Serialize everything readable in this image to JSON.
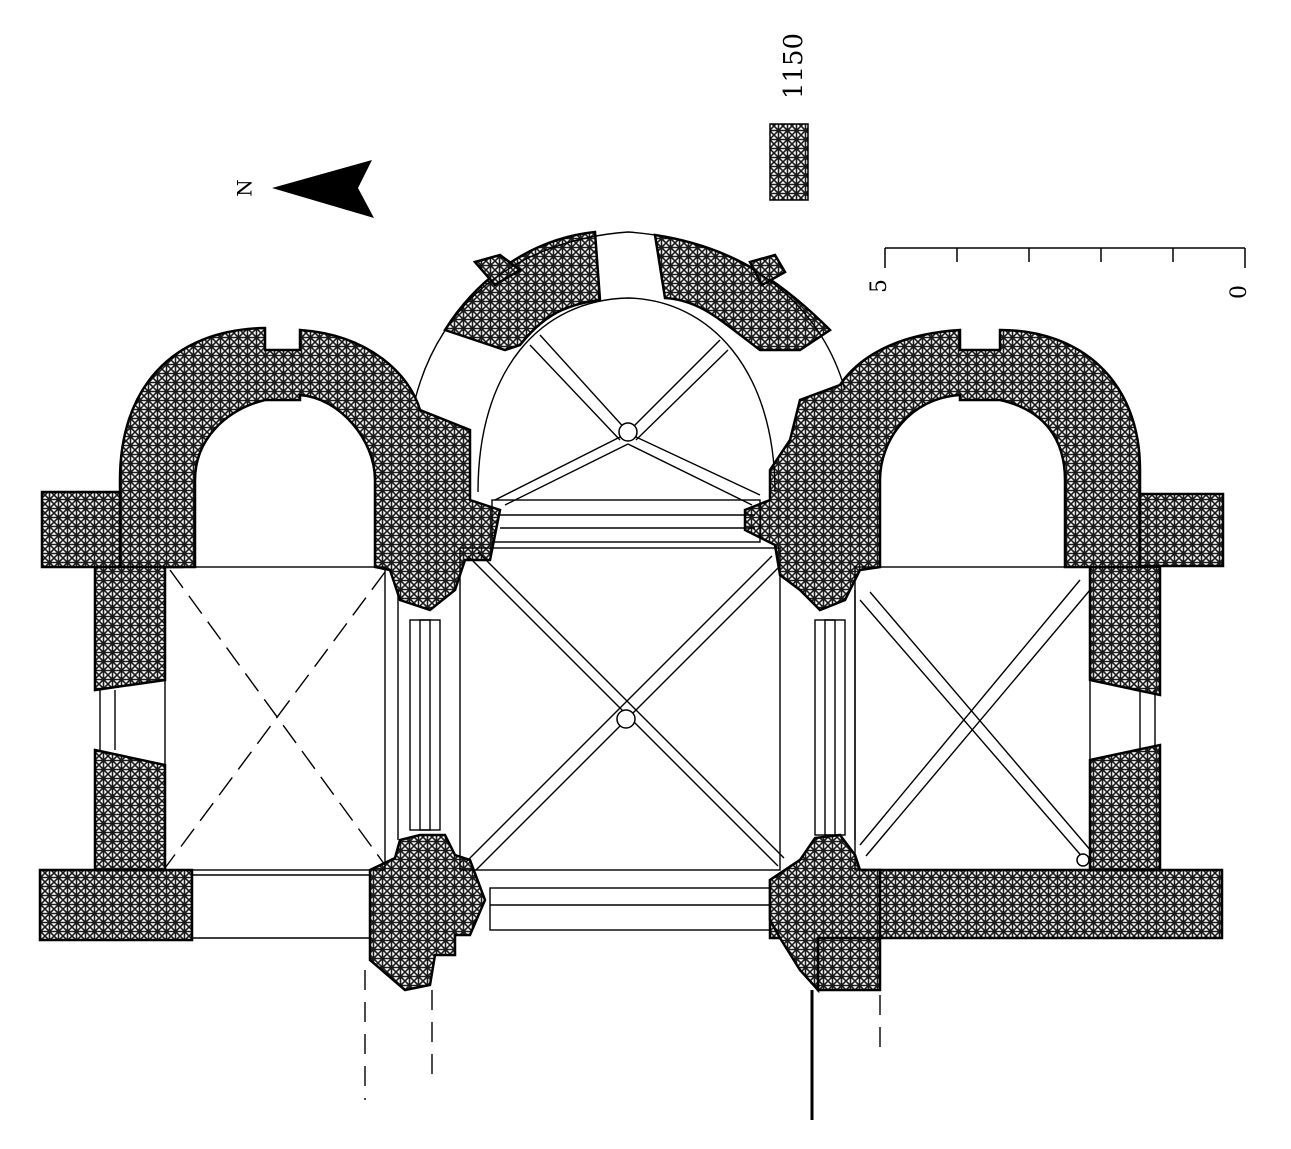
{
  "legend": {
    "period": "1150",
    "hatch_color": "#1a1a1a"
  },
  "north_arrow": {
    "label": "N",
    "icon": "north-arrow-icon"
  },
  "scale_bar": {
    "label_start": "0",
    "label_end": "5"
  },
  "colors": {
    "ink": "#000000",
    "paper": "#ffffff"
  }
}
